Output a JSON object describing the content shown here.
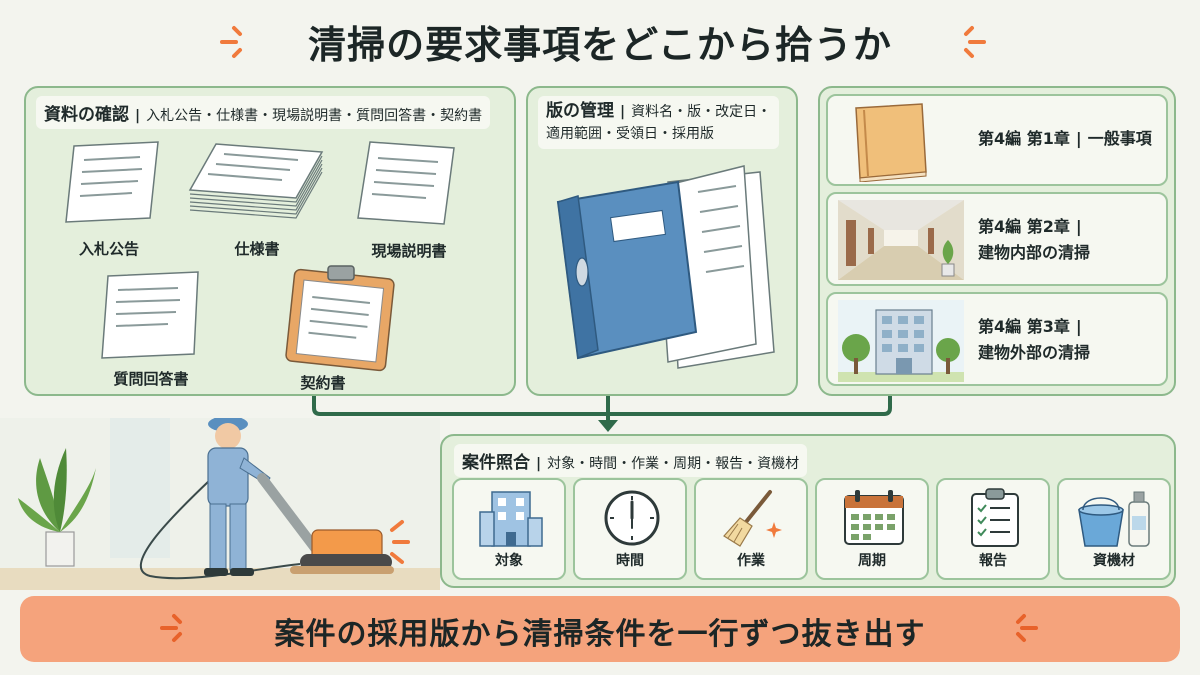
{
  "title": "清掃の要求事項をどこから拾うか",
  "documents_panel": {
    "heading": "資料の確認",
    "subheading": "入札公告・仕様書・現場説明書・質問回答書・契約書",
    "docs": [
      {
        "label": "入札公告"
      },
      {
        "label": "仕様書"
      },
      {
        "label": "現場説明書"
      },
      {
        "label": "質問回答書"
      },
      {
        "label": "契約書"
      }
    ]
  },
  "version_panel": {
    "heading": "版の管理",
    "subheading_line1": "資料名・版・改定日・",
    "subheading_line2": "適用範囲・受領日・採用版"
  },
  "chapters": [
    {
      "line1": "第4編 第1章",
      "line2": "一般事項"
    },
    {
      "line1": "第4編 第2章",
      "line2": "建物内部の清掃"
    },
    {
      "line1": "第4編 第3章",
      "line2": "建物外部の清掃"
    }
  ],
  "matching_panel": {
    "heading": "案件照合",
    "subheading": "対象・時間・作業・周期・報告・資機材",
    "items": [
      {
        "label": "対象",
        "icon": "building-icon"
      },
      {
        "label": "時間",
        "icon": "clock-icon"
      },
      {
        "label": "作業",
        "icon": "broom-icon"
      },
      {
        "label": "周期",
        "icon": "calendar-icon"
      },
      {
        "label": "報告",
        "icon": "clipboard-checklist-icon"
      },
      {
        "label": "資機材",
        "icon": "bucket-bottle-icon"
      }
    ]
  },
  "banner": "案件の採用版から清掃条件を一行ずつ抜き出す",
  "colors": {
    "panel_fill": "#e4efdc",
    "panel_border": "#8cb88c",
    "banner": "#f5a37c",
    "accent_orange": "#f07a3c",
    "binder_blue": "#5a8fbf"
  }
}
